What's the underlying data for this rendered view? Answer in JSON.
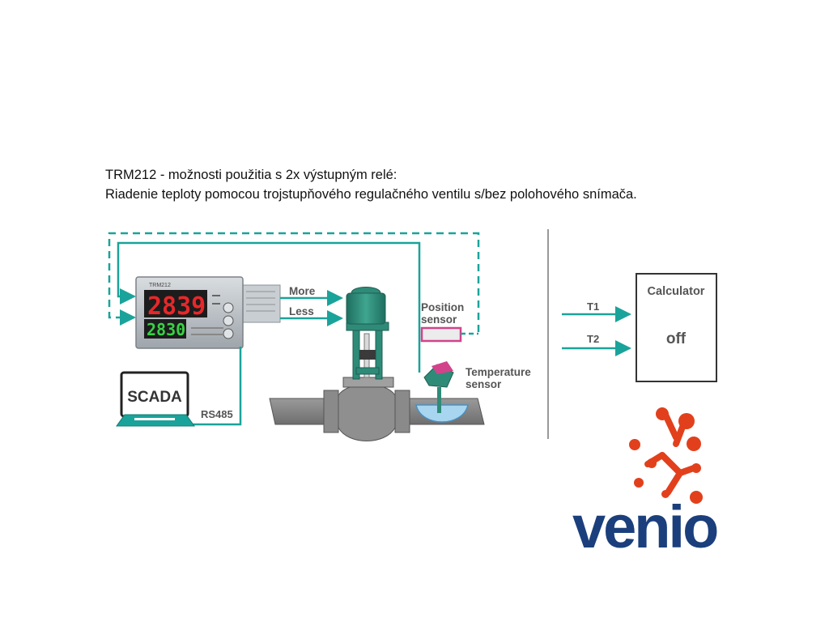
{
  "header": {
    "title_line1": "TRM212 - možnosti použitia s 2x výstupným relé:",
    "title_line2": "Riadenie teploty pomocou trojstupňového regulačného ventilu s/bez polohového snímača."
  },
  "diagram": {
    "controller": {
      "model": "TRM212",
      "display_top": "2839",
      "display_bottom": "2830"
    },
    "signals": {
      "more": "More",
      "less": "Less",
      "bus": "RS485"
    },
    "scada_label": "SCADA",
    "position_sensor": {
      "line1": "Position",
      "line2": "sensor"
    },
    "temperature_sensor": {
      "line1": "Temperature",
      "line2": "sensor"
    }
  },
  "calculator": {
    "title": "Calculator",
    "state": "off",
    "inputs": [
      "T1",
      "T2"
    ]
  },
  "logo": {
    "text": "venio"
  },
  "colors": {
    "teal": "#1aa39a",
    "pipe": "#7d7d7d",
    "valve_green": "#2e8b78",
    "logo_orange": "#e2401c",
    "logo_blue": "#1b3f7c",
    "position_sensor_pink": "#d2438b"
  }
}
